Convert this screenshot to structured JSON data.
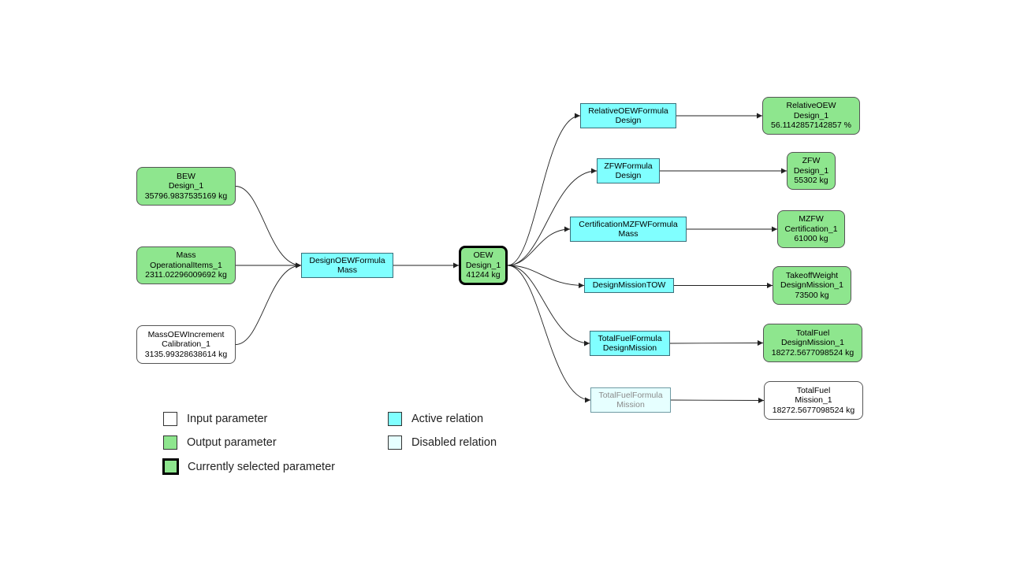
{
  "diagram": {
    "nodes": {
      "bew": {
        "kind": "output",
        "lines": [
          "BEW",
          "Design_1",
          "35796.9837535169 kg"
        ]
      },
      "mass": {
        "kind": "output",
        "lines": [
          "Mass",
          "OperationalItems_1",
          "2311.02296009692 kg"
        ]
      },
      "massoew": {
        "kind": "input",
        "lines": [
          "MassOEWIncrement",
          "Calibration_1",
          "3135.99328638614 kg"
        ]
      },
      "designoewformula": {
        "kind": "active",
        "lines": [
          "DesignOEWFormula",
          "Mass"
        ]
      },
      "oew": {
        "kind": "selected",
        "lines": [
          "OEW",
          "Design_1",
          "41244 kg"
        ]
      },
      "relativeoewformula": {
        "kind": "active",
        "lines": [
          "RelativeOEWFormula",
          "Design"
        ]
      },
      "zfwformula": {
        "kind": "active",
        "lines": [
          "ZFWFormula",
          "Design"
        ]
      },
      "certmzfw": {
        "kind": "active",
        "lines": [
          "CertificationMZFWFormula",
          "Mass"
        ]
      },
      "designmissiontow": {
        "kind": "active",
        "lines": [
          "DesignMissionTOW"
        ]
      },
      "totalfuelformula_dm": {
        "kind": "active",
        "lines": [
          "TotalFuelFormula",
          "DesignMission"
        ]
      },
      "totalfuelformula_m": {
        "kind": "disabled",
        "lines": [
          "TotalFuelFormula",
          "Mission"
        ]
      },
      "relativeoew": {
        "kind": "output",
        "lines": [
          "RelativeOEW",
          "Design_1",
          "56.1142857142857 %"
        ]
      },
      "zfw": {
        "kind": "output",
        "lines": [
          "ZFW",
          "Design_1",
          "55302 kg"
        ]
      },
      "mzfw": {
        "kind": "output",
        "lines": [
          "MZFW",
          "Certification_1",
          "61000 kg"
        ]
      },
      "takeoffweight": {
        "kind": "output",
        "lines": [
          "TakeoffWeight",
          "DesignMission_1",
          "73500 kg"
        ]
      },
      "totalfuel_dm": {
        "kind": "output",
        "lines": [
          "TotalFuel",
          "DesignMission_1",
          "18272.5677098524 kg"
        ]
      },
      "totalfuel_m": {
        "kind": "input",
        "lines": [
          "TotalFuel",
          "Mission_1",
          "18272.5677098524 kg"
        ]
      }
    },
    "edges": [
      [
        "bew",
        "designoewformula"
      ],
      [
        "mass",
        "designoewformula"
      ],
      [
        "massoew",
        "designoewformula"
      ],
      [
        "designoewformula",
        "oew"
      ],
      [
        "oew",
        "relativeoewformula"
      ],
      [
        "oew",
        "zfwformula"
      ],
      [
        "oew",
        "certmzfw"
      ],
      [
        "oew",
        "designmissiontow"
      ],
      [
        "oew",
        "totalfuelformula_dm"
      ],
      [
        "oew",
        "totalfuelformula_m"
      ],
      [
        "relativeoewformula",
        "relativeoew"
      ],
      [
        "zfwformula",
        "zfw"
      ],
      [
        "certmzfw",
        "mzfw"
      ],
      [
        "designmissiontow",
        "takeoffweight"
      ],
      [
        "totalfuelformula_dm",
        "totalfuel_dm"
      ],
      [
        "totalfuelformula_m",
        "totalfuel_m"
      ]
    ]
  },
  "legend": {
    "input": "Input parameter",
    "output": "Output parameter",
    "selected": "Currently selected parameter",
    "active": "Active relation",
    "disabled": "Disabled relation"
  },
  "colors": {
    "output_fill": "#8ee68e",
    "active_fill": "#80ffff",
    "disabled_fill": "#e6ffff",
    "input_fill": "#ffffff",
    "edge": "#222222"
  }
}
